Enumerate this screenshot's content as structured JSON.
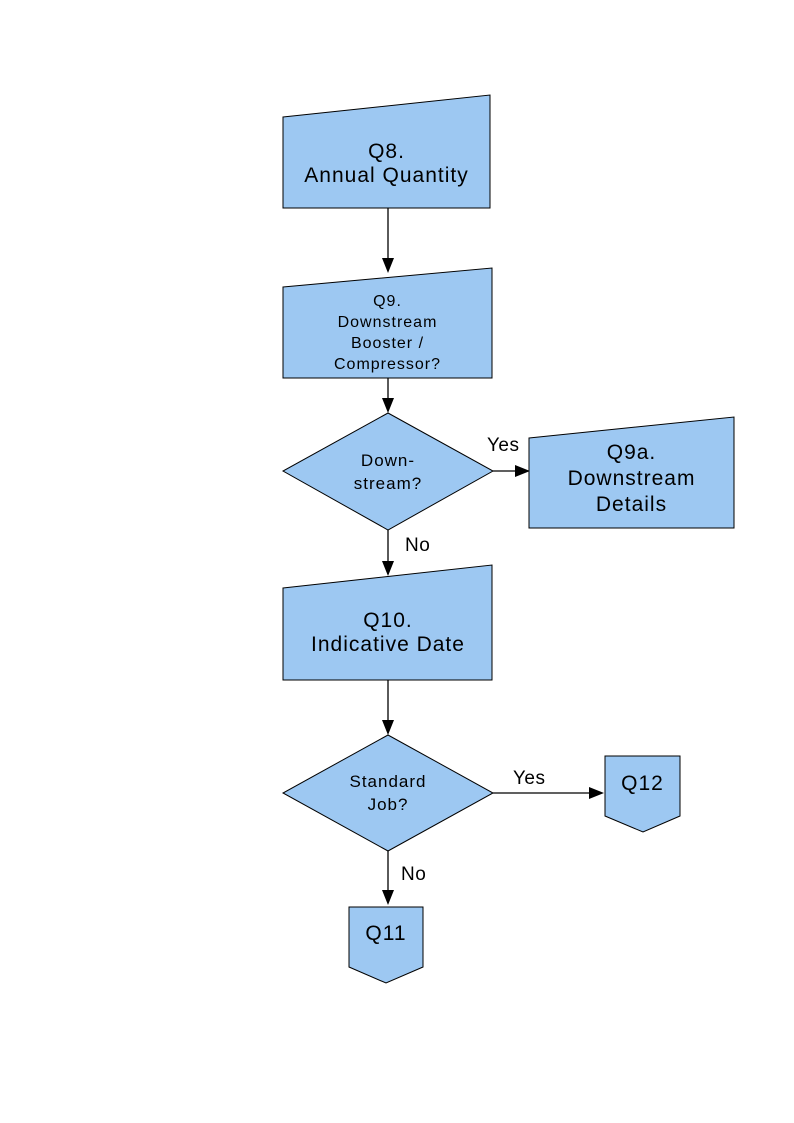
{
  "style": {
    "node_fill": "#9DC8F2",
    "node_border": "#000000",
    "connector_color": "#000000",
    "text_color": "#000000",
    "page_background": "#ffffff"
  },
  "diagram": {
    "type": "flowchart"
  },
  "nodes": {
    "q8": {
      "label": "Q8.\nAnnual Quantity",
      "type": "process"
    },
    "q9": {
      "label": "Q9.\nDownstream\nBooster /\nCompressor?",
      "type": "process"
    },
    "d1": {
      "label": "Down-\nstream?",
      "type": "decision"
    },
    "q9a": {
      "label": "Q9a.\nDownstream\nDetails",
      "type": "process"
    },
    "q10": {
      "label": "Q10.\nIndicative Date",
      "type": "process"
    },
    "d2": {
      "label": "Standard\nJob?",
      "type": "decision"
    },
    "q12": {
      "label": "Q12",
      "type": "off-page-connector"
    },
    "q11": {
      "label": "Q11",
      "type": "off-page-connector"
    }
  },
  "edges": [
    {
      "from": "q8",
      "to": "q9",
      "label": ""
    },
    {
      "from": "q9",
      "to": "d1",
      "label": ""
    },
    {
      "from": "d1",
      "to": "q9a",
      "label": "Yes"
    },
    {
      "from": "d1",
      "to": "q10",
      "label": "No"
    },
    {
      "from": "q10",
      "to": "d2",
      "label": ""
    },
    {
      "from": "d2",
      "to": "q12",
      "label": "Yes"
    },
    {
      "from": "d2",
      "to": "q11",
      "label": "No"
    }
  ]
}
